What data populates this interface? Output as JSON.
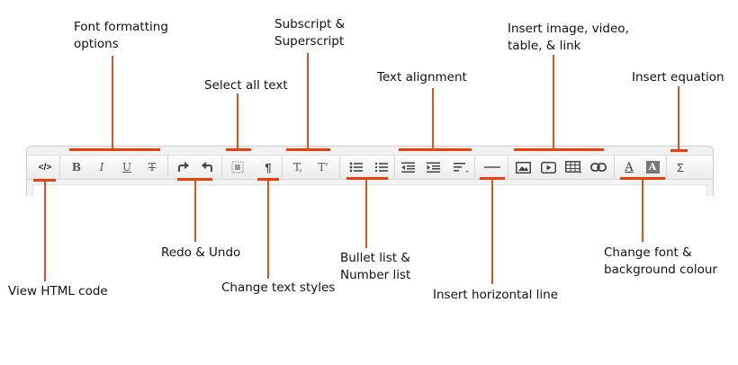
{
  "toolbar": {
    "buttons": {
      "html": "</>",
      "bold": "B",
      "italic": "I",
      "underline": "U",
      "strike": "T",
      "text_style": "¶",
      "subscript": "T,",
      "superscript": "T'",
      "font_color": "A",
      "bg_color": "A",
      "equation": "Σ"
    },
    "icons": [
      "code-icon",
      "bold-icon",
      "italic-icon",
      "underline-icon",
      "strikethrough-icon",
      "redo-icon",
      "undo-icon",
      "select-all-icon",
      "paragraph-icon",
      "subscript-icon",
      "superscript-icon",
      "bullet-list-icon",
      "number-list-icon",
      "outdent-icon",
      "indent-icon",
      "align-icon",
      "horizontal-line-icon",
      "image-icon",
      "video-icon",
      "table-icon",
      "link-icon",
      "font-color-icon",
      "background-color-icon",
      "sigma-icon"
    ]
  },
  "annotations": {
    "font_formatting": [
      "Font formatting",
      "options"
    ],
    "select_all": "Select all text",
    "sub_super": [
      "Subscript &",
      "Superscript"
    ],
    "text_alignment": "Text alignment",
    "insert_media": [
      "Insert image, video,",
      "table, & link"
    ],
    "insert_equation": "Insert equation",
    "view_html": "View HTML code",
    "redo_undo": "Redo & Undo",
    "change_styles": "Change text styles",
    "lists": [
      "Bullet list &",
      "Number list"
    ],
    "horizontal_line": "Insert horizontal line",
    "font_bg": [
      "Change font &",
      "background colour"
    ]
  },
  "colors": {
    "annotation": "#e8410b",
    "icon": "#555555"
  }
}
